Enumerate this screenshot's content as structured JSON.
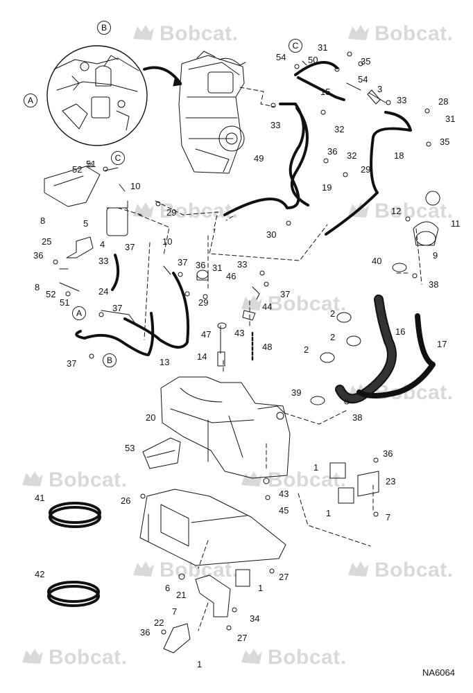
{
  "watermark": {
    "brand_text": "Bobcat."
  },
  "document_id": "NA6064",
  "circle_labels": [
    "A",
    "B",
    "C"
  ],
  "callouts": {
    "n1": "1",
    "n2": "2",
    "n3": "3",
    "n4": "4",
    "n5": "5",
    "n6": "6",
    "n7": "7",
    "n8": "8",
    "n9": "9",
    "n10": "10",
    "n11": "11",
    "n12": "12",
    "n13": "13",
    "n14": "14",
    "n15": "15",
    "n16": "16",
    "n17": "17",
    "n18": "18",
    "n19": "19",
    "n20": "20",
    "n21": "21",
    "n22": "22",
    "n23": "23",
    "n24": "24",
    "n25": "25",
    "n26": "26",
    "n27": "27",
    "n28": "28",
    "n29": "29",
    "n30": "30",
    "n31": "31",
    "n32": "32",
    "n33": "33",
    "n34": "34",
    "n35": "35",
    "n36": "36",
    "n37": "37",
    "n38": "38",
    "n39": "39",
    "n40": "40",
    "n41": "41",
    "n42": "42",
    "n43": "43",
    "n44": "44",
    "n45": "45",
    "n46": "46",
    "n47": "47",
    "n48": "48",
    "n49": "49",
    "n50": "50",
    "n51": "51",
    "n52": "52",
    "n53": "53",
    "n54": "54"
  }
}
